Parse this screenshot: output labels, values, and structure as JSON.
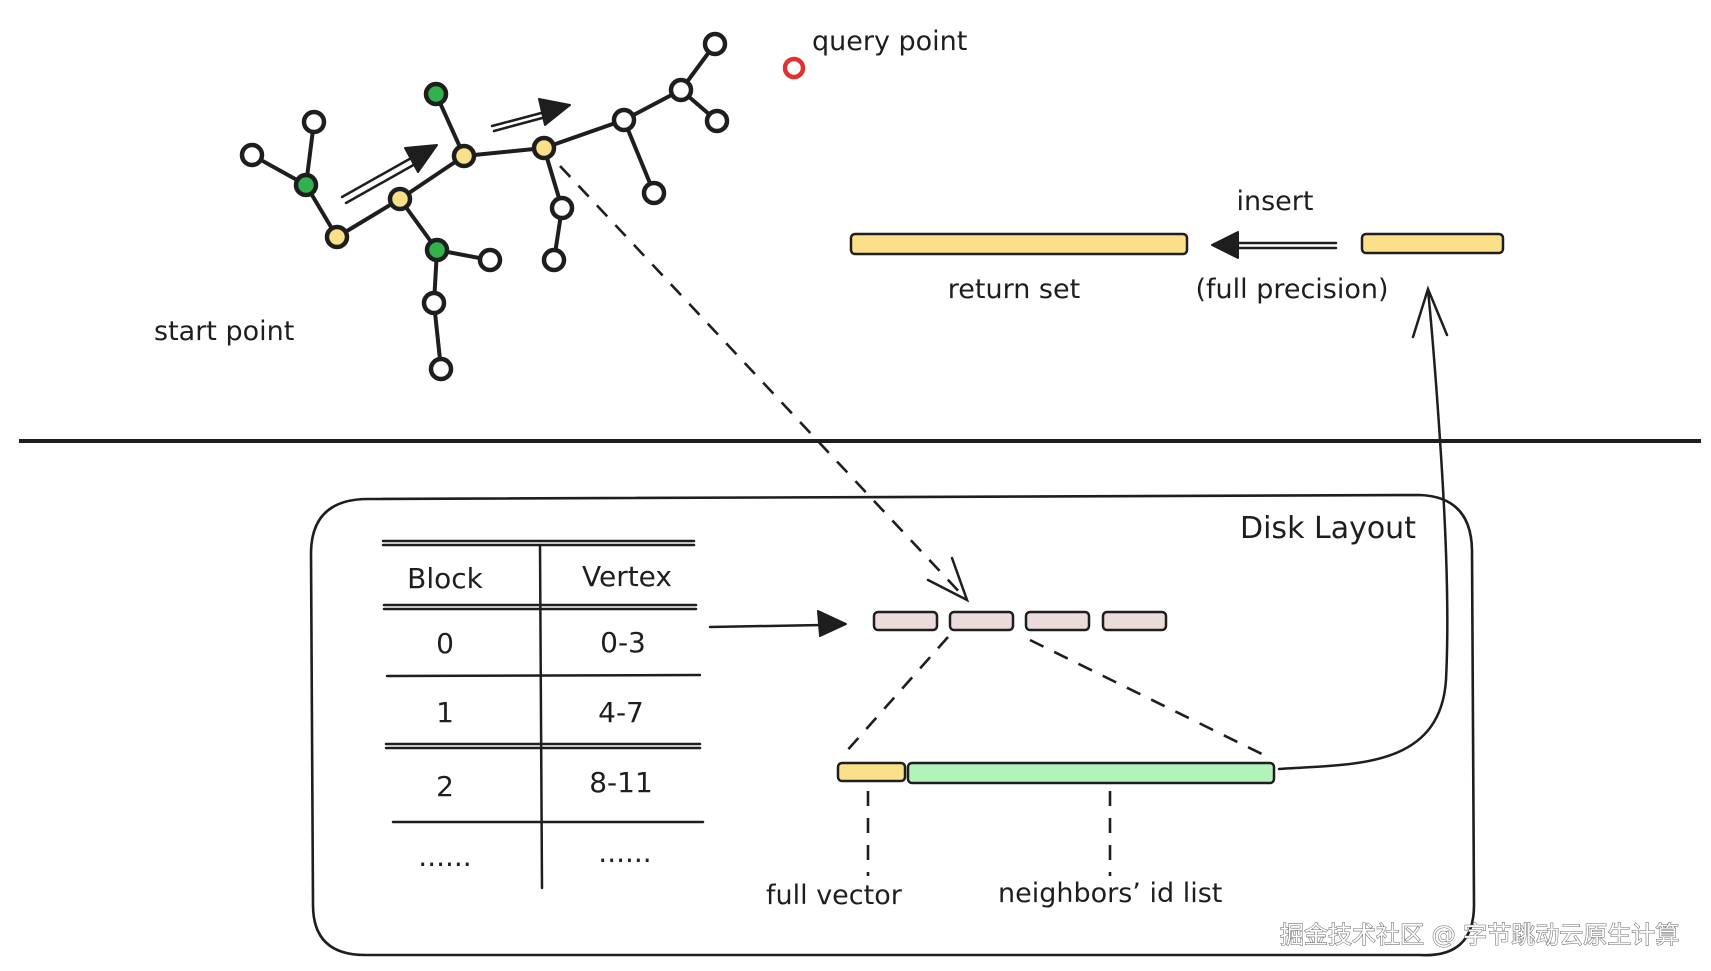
{
  "title": "DiskANN search and disk layout diagram",
  "colors": {
    "visited_node": "#fbe08a",
    "neighbor_node": "#33b14f",
    "unvisited_node": "#ffffff",
    "query_point": "#e03131",
    "return_set_fill": "#fbe08a",
    "block_fill": "#eadcdc",
    "full_vector_fill": "#fbe08a",
    "neighbor_list_fill": "#b2f2bb",
    "stroke": "#1e1e1e"
  },
  "graph": {
    "labels": {
      "start_point": "start point",
      "query_point": "query point"
    },
    "nodes": [
      {
        "id": "w-left",
        "state": "unvisited"
      },
      {
        "id": "w-top-left",
        "state": "unvisited"
      },
      {
        "id": "g-left",
        "state": "neighbor"
      },
      {
        "id": "y-start",
        "state": "visited"
      },
      {
        "id": "y-2",
        "state": "visited"
      },
      {
        "id": "g-bottom",
        "state": "neighbor"
      },
      {
        "id": "w-gb-right",
        "state": "unvisited"
      },
      {
        "id": "w-gb-down",
        "state": "unvisited"
      },
      {
        "id": "w-gb-down2",
        "state": "unvisited"
      },
      {
        "id": "y-3",
        "state": "visited"
      },
      {
        "id": "g-top",
        "state": "neighbor"
      },
      {
        "id": "y-4",
        "state": "visited"
      },
      {
        "id": "w-y4-down",
        "state": "unvisited"
      },
      {
        "id": "w-y4-down2",
        "state": "unvisited"
      },
      {
        "id": "w-hub-a",
        "state": "unvisited"
      },
      {
        "id": "w-hub-a-down",
        "state": "unvisited"
      },
      {
        "id": "w-hub-b",
        "state": "unvisited"
      },
      {
        "id": "w-hub-b-up",
        "state": "unvisited"
      },
      {
        "id": "w-hub-b-right",
        "state": "unvisited"
      }
    ],
    "edges": [
      [
        "w-left",
        "g-left"
      ],
      [
        "w-top-left",
        "g-left"
      ],
      [
        "g-left",
        "y-start"
      ],
      [
        "y-start",
        "y-2"
      ],
      [
        "y-2",
        "g-bottom"
      ],
      [
        "g-bottom",
        "w-gb-right"
      ],
      [
        "g-bottom",
        "w-gb-down"
      ],
      [
        "w-gb-down",
        "w-gb-down2"
      ],
      [
        "y-2",
        "y-3"
      ],
      [
        "y-3",
        "g-top"
      ],
      [
        "y-3",
        "y-4"
      ],
      [
        "y-4",
        "w-y4-down"
      ],
      [
        "w-y4-down",
        "w-y4-down2"
      ],
      [
        "y-4",
        "w-hub-a"
      ],
      [
        "w-hub-a",
        "w-hub-a-down"
      ],
      [
        "w-hub-a",
        "w-hub-b"
      ],
      [
        "w-hub-b",
        "w-hub-b-up"
      ],
      [
        "w-hub-b",
        "w-hub-b-right"
      ]
    ]
  },
  "result": {
    "return_set_label": "return set",
    "insert_label": "insert",
    "precision_label": "(full precision)"
  },
  "disk_layout": {
    "title": "Disk Layout",
    "table": {
      "headers": [
        "Block",
        "Vertex"
      ],
      "rows": [
        [
          "0",
          "0-3"
        ],
        [
          "1",
          "4-7"
        ],
        [
          "2",
          "8-11"
        ],
        [
          "......",
          "......"
        ]
      ]
    },
    "block_count_shown": 4,
    "record": {
      "full_vector_label": "full vector",
      "neighbors_label": "neighbors’ id list"
    }
  },
  "watermark": "掘金技术社区 @ 字节跳动云原生计算"
}
